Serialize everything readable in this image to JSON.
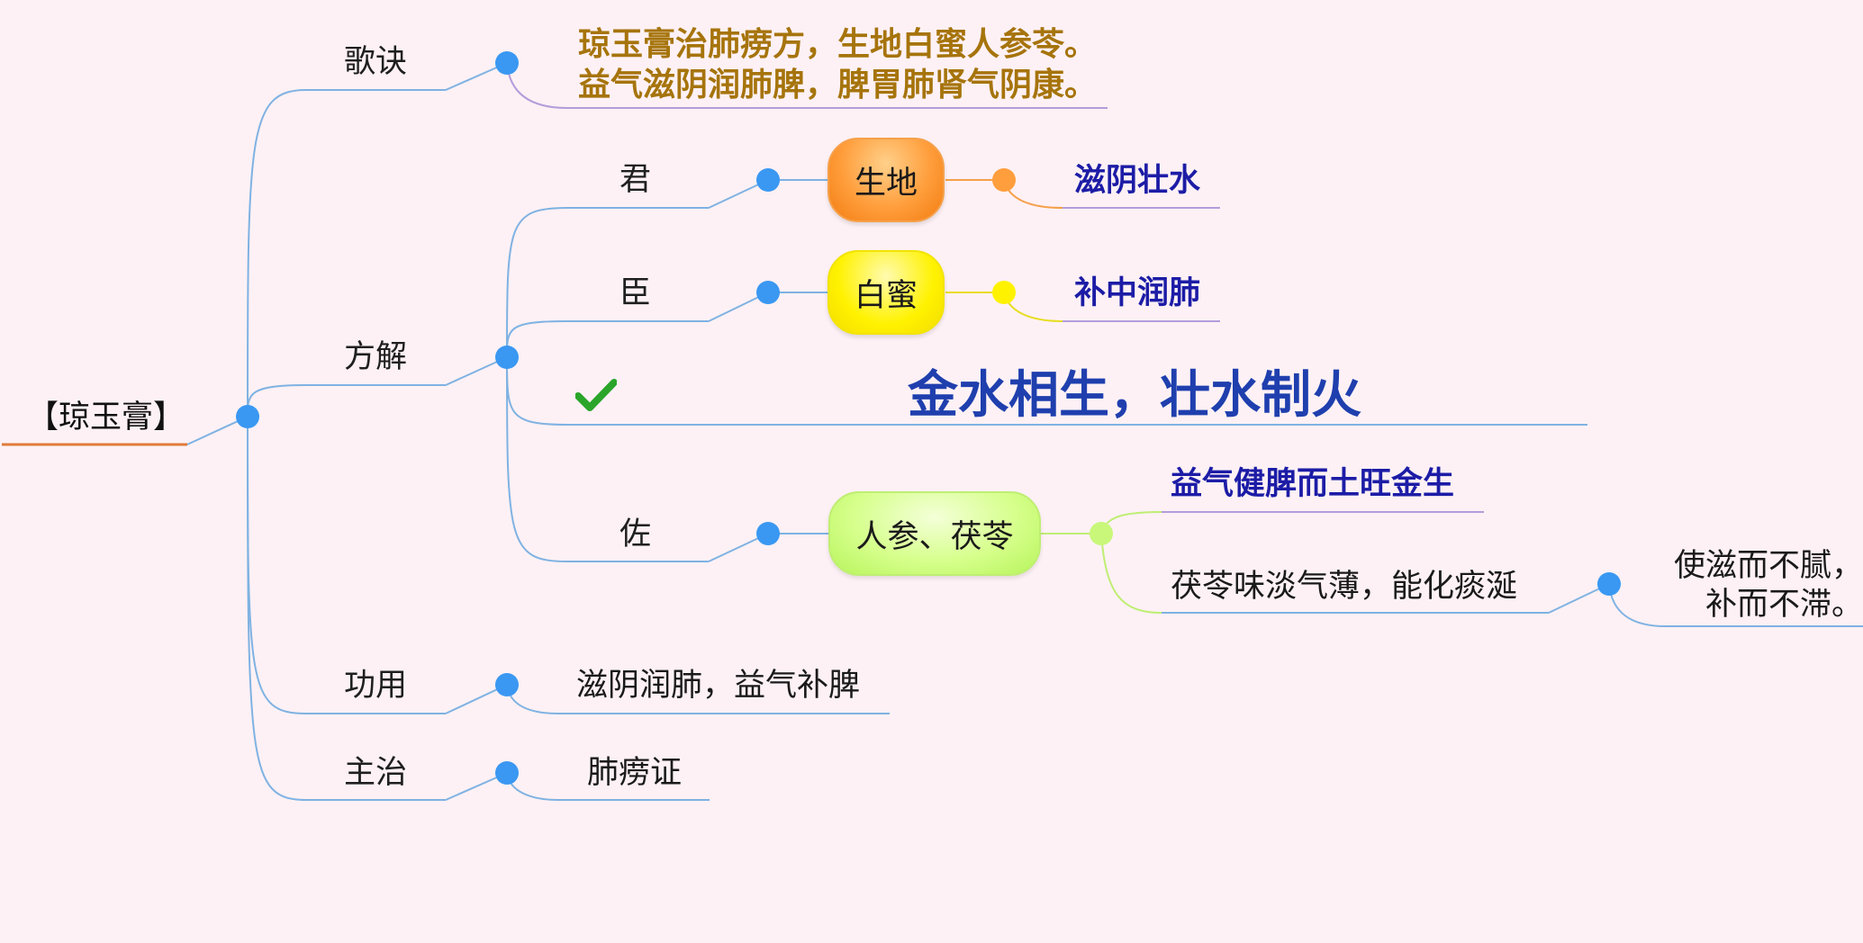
{
  "root": {
    "label": "【琼玉膏】"
  },
  "branches": {
    "gejue": {
      "label": "歌诀",
      "lines": [
        "琼玉膏治肺痨方，生地白蜜人参苓。",
        "益气滋阴润肺脾，脾胃肺肾气阴康。"
      ]
    },
    "fangjie": {
      "label": "方解",
      "jun": {
        "role": "君",
        "herb": "生地",
        "effect": "滋阴壮水"
      },
      "chen": {
        "role": "臣",
        "herb": "白蜜",
        "effect": "补中润肺"
      },
      "summary": "金水相生，壮水制火",
      "zuo": {
        "role": "佐",
        "herb": "人参、茯苓",
        "effect": "益气健脾而土旺金生",
        "note": "茯苓味淡气薄，能化痰涎",
        "result_lines": [
          "使滋而不腻，",
          "补而不滞。"
        ]
      }
    },
    "gongyong": {
      "label": "功用",
      "text": "滋阴润肺，益气补脾"
    },
    "zhuzhi": {
      "label": "主治",
      "text": "肺痨证"
    }
  },
  "colors": {
    "background": "#fdf1f5",
    "connector": "#7fb2e2",
    "node_dot": "#3a98f2",
    "root_underline": "#e07b39",
    "song_text": "#a6740c",
    "effect_text": "#1c1ca6",
    "summary_text": "#1f3fae",
    "herb_orange": "#ff9e3c",
    "herb_yellow": "#fff200",
    "herb_green": "#d6ff8c"
  },
  "icons": {
    "summary_marker": "check-mark-icon"
  }
}
